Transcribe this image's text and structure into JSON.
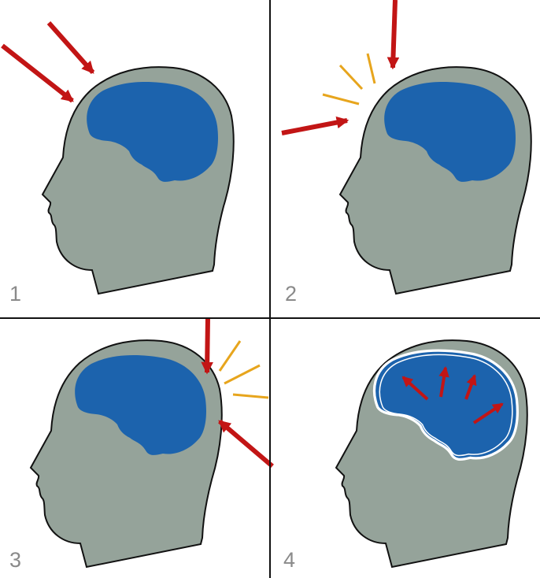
{
  "colors": {
    "head": "#95a39a",
    "brain": "#1c63ad",
    "outline": "#111111",
    "arrow": "#c21515",
    "impact": "#e7a51d",
    "swelling": "#ffffff",
    "divider": "#111111",
    "label": "#8a8a8a"
  },
  "panels": [
    {
      "label": "1",
      "icon": "head-silhouette",
      "brain_icon": "brain-icon"
    },
    {
      "label": "2",
      "icon": "head-silhouette",
      "brain_icon": "brain-icon"
    },
    {
      "label": "3",
      "icon": "head-silhouette",
      "brain_icon": "brain-icon"
    },
    {
      "label": "4",
      "icon": "head-silhouette",
      "brain_icon": "brain-icon"
    }
  ]
}
